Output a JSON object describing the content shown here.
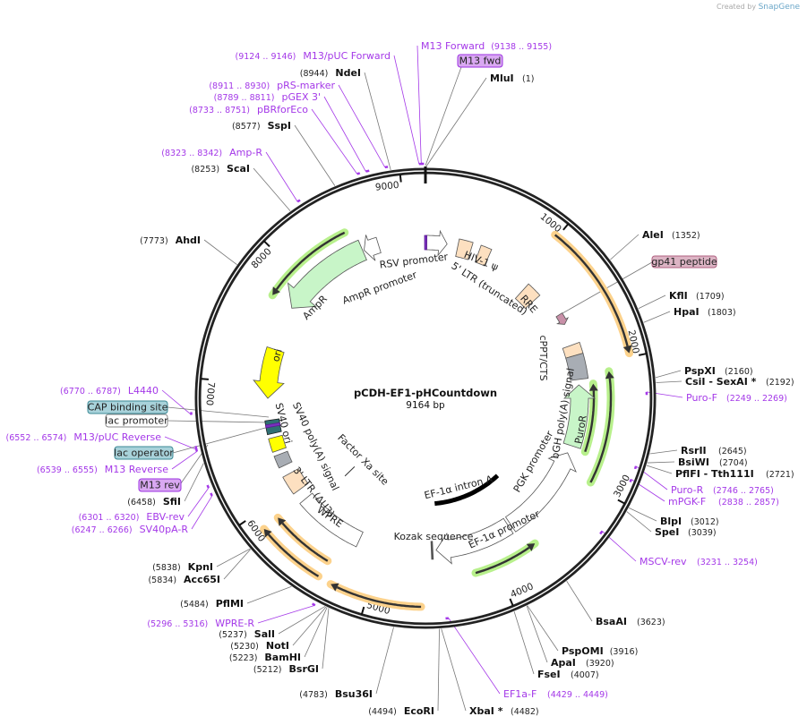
{
  "watermark": {
    "created_by": "Created by",
    "brand": "SnapGene"
  },
  "plasmid": {
    "name": "pCDH-EF1-pHCountdown",
    "length": "9164 bp"
  },
  "ring": {
    "tick_labels": [
      "1000",
      "2000",
      "3000",
      "4000",
      "5000",
      "6000",
      "7000",
      "8000",
      "9000"
    ]
  },
  "enzymes": [
    {
      "name": "MluI",
      "pos": "(1)"
    },
    {
      "name": "AleI",
      "pos": "(1352)"
    },
    {
      "name": "KflI",
      "pos": "(1709)"
    },
    {
      "name": "HpaI",
      "pos": "(1803)"
    },
    {
      "name": "PspXI",
      "pos": "(2160)"
    },
    {
      "name": "CsiI  - SexAI *",
      "pos": "(2192)"
    },
    {
      "name": "RsrII",
      "pos": "(2645)"
    },
    {
      "name": "BsiWI",
      "pos": "(2704)"
    },
    {
      "name": "PflFI  - Tth111I",
      "pos": "(2721)"
    },
    {
      "name": "BlpI",
      "pos": "(3012)"
    },
    {
      "name": "SpeI",
      "pos": "(3039)"
    },
    {
      "name": "BsaAI",
      "pos": "(3623)"
    },
    {
      "name": "PspOMI",
      "pos": "(3916)"
    },
    {
      "name": "ApaI",
      "pos": "(3920)"
    },
    {
      "name": "FseI",
      "pos": "(4007)"
    },
    {
      "name": "XbaI *",
      "pos": "(4482)"
    },
    {
      "name": "EcoRI",
      "pos": "(4494)"
    },
    {
      "name": "Bsu36I",
      "pos": "(4783)"
    },
    {
      "name": "BsrGI",
      "pos": "(5212)"
    },
    {
      "name": "BamHI",
      "pos": "(5223)"
    },
    {
      "name": "NotI",
      "pos": "(5230)"
    },
    {
      "name": "SalI",
      "pos": "(5237)"
    },
    {
      "name": "PflMI",
      "pos": "(5484)"
    },
    {
      "name": "Acc65I",
      "pos": "(5834)"
    },
    {
      "name": "KpnI",
      "pos": "(5838)"
    },
    {
      "name": "SfiI",
      "pos": "(6458)"
    },
    {
      "name": "AhdI",
      "pos": "(7773)"
    },
    {
      "name": "ScaI",
      "pos": "(8253)"
    },
    {
      "name": "SspI",
      "pos": "(8577)"
    },
    {
      "name": "NdeI",
      "pos": "(8944)"
    }
  ],
  "primers": [
    {
      "name": "M13 Forward",
      "pos": "(9138 .. 9155)"
    },
    {
      "name": "M13/pUC Forward",
      "pos": "(9124 .. 9146)"
    },
    {
      "name": "pRS-marker",
      "pos": "(8911 .. 8930)"
    },
    {
      "name": "pGEX 3'",
      "pos": "(8789 .. 8811)"
    },
    {
      "name": "pBRforEco",
      "pos": "(8733 .. 8751)"
    },
    {
      "name": "Amp-R",
      "pos": "(8323 .. 8342)"
    },
    {
      "name": "L4440",
      "pos": "(6770 .. 6787)"
    },
    {
      "name": "M13/pUC Reverse",
      "pos": "(6552 .. 6574)"
    },
    {
      "name": "M13 Reverse",
      "pos": "(6539 .. 6555)"
    },
    {
      "name": "EBV-rev",
      "pos": "(6301 .. 6320)"
    },
    {
      "name": "SV40pA-R",
      "pos": "(6247 .. 6266)"
    },
    {
      "name": "WPRE-R",
      "pos": "(5296 .. 5316)"
    },
    {
      "name": "EF1a-F",
      "pos": "(4429 .. 4449)"
    },
    {
      "name": "MSCV-rev",
      "pos": "(3231 .. 3254)"
    },
    {
      "name": "mPGK-F",
      "pos": "(2838 .. 2857)"
    },
    {
      "name": "Puro-R",
      "pos": "(2746 .. 2765)"
    },
    {
      "name": "Puro-F",
      "pos": "(2249 .. 2269)"
    }
  ],
  "boxed_features": [
    {
      "label": "M13 fwd",
      "color": "#d9a8f2"
    },
    {
      "label": "gp41 peptide",
      "color": "#dcb4c4"
    },
    {
      "label": "CAP binding site",
      "color": "#a8d2da"
    },
    {
      "label": "lac promoter",
      "color": "#ffffff"
    },
    {
      "label": "lac operator",
      "color": "#a8d2da"
    },
    {
      "label": "M13 rev",
      "color": "#d9a8f2"
    }
  ],
  "features": [
    "RSV promoter",
    "HIV-1 ψ",
    "5' LTR (truncated)",
    "RRE",
    "AmpR promoter",
    "AmpR",
    "ori",
    "cPPT/CTS",
    "bGH poly(A) signal",
    "PuroR",
    "PGK promoter",
    "EF-1α intron A",
    "EF-1α promoter",
    "Kozak sequence",
    "Factor Xa site",
    "WPRE",
    "3' LTR (ΔU3)",
    "SV40 poly(A) signal",
    "SV40 ori"
  ],
  "colors": {
    "primer": "#a438e8",
    "orf_orange": "#fcd28c",
    "orf_green": "#b8f08c",
    "ampr": "#c8f5c8",
    "ori": "#ffff00",
    "ltr": "#fde0c0",
    "polyA": "#a8adb4"
  }
}
